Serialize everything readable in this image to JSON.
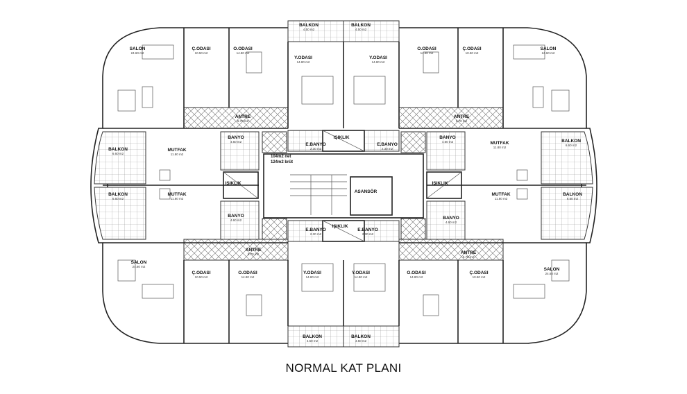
{
  "title": "NORMAL KAT PLANI",
  "area_summary": {
    "net": "104m2 net",
    "gross": "124m2 brüt"
  },
  "rooms": [
    {
      "name": "SALON",
      "area": "24.60 m2"
    },
    {
      "name": "Ç.ODASI",
      "area": "10.50 m2"
    },
    {
      "name": "O.ODASI",
      "area": "14.80 m2"
    },
    {
      "name": "Y.ODASI",
      "area": "14.80 m2"
    },
    {
      "name": "BALKON",
      "area": "4.50 m2"
    },
    {
      "name": "BALKON",
      "area": "4.50 m2"
    },
    {
      "name": "Y.ODASI",
      "area": "14.80 m2"
    },
    {
      "name": "O.ODASI",
      "area": "14.80 m2"
    },
    {
      "name": "Ç.ODASI",
      "area": "10.50 m2"
    },
    {
      "name": "SALON",
      "area": "24.60 m2"
    },
    {
      "name": "ANTRE",
      "area": "5.70 m2"
    },
    {
      "name": "ANTRE",
      "area": "5.70 m2"
    },
    {
      "name": "BALKON",
      "area": "6.60 m2"
    },
    {
      "name": "MUTFAK",
      "area": "11.80 m2"
    },
    {
      "name": "BANYO",
      "area": "4.60 m2"
    },
    {
      "name": "E.BANYO",
      "area": "2.30 m2"
    },
    {
      "name": "IŞIKLIK",
      "area": ""
    },
    {
      "name": "E.BANYO",
      "area": "2.30 m2"
    },
    {
      "name": "BANYO",
      "area": "4.60 m2"
    },
    {
      "name": "MUTFAK",
      "area": "11.80 m2"
    },
    {
      "name": "BALKON",
      "area": "6.60 m2"
    },
    {
      "name": "IŞIKLIK",
      "area": ""
    },
    {
      "name": "ASANSÖR",
      "area": ""
    },
    {
      "name": "IŞIKLIK",
      "area": ""
    },
    {
      "name": "BALKON",
      "area": "6.60 m2"
    },
    {
      "name": "MUTFAK",
      "area": "11.80 m2"
    },
    {
      "name": "MUTFAK",
      "area": "11.80 m2"
    },
    {
      "name": "BALKON",
      "area": "6.60 m2"
    },
    {
      "name": "BANYO",
      "area": "4.60 m2"
    },
    {
      "name": "E.BANYO",
      "area": "2.30 m2"
    },
    {
      "name": "IŞIKLIK",
      "area": ""
    },
    {
      "name": "E.BANYO",
      "area": "2.30 m2"
    },
    {
      "name": "BANYO",
      "area": "4.60 m2"
    },
    {
      "name": "ANTRE",
      "area": "5.70 m2"
    },
    {
      "name": "ANTRE",
      "area": "5.70 m2"
    },
    {
      "name": "SALON",
      "area": "24.60 m2"
    },
    {
      "name": "Ç.ODASI",
      "area": "10.50 m2"
    },
    {
      "name": "O.ODASI",
      "area": "14.80 m2"
    },
    {
      "name": "Y.ODASI",
      "area": "14.80 m2"
    },
    {
      "name": "Y.ODASI",
      "area": "14.80 m2"
    },
    {
      "name": "O.ODASI",
      "area": "14.80 m2"
    },
    {
      "name": "Ç.ODASI",
      "area": "10.50 m2"
    },
    {
      "name": "SALON",
      "area": "24.60 m2"
    },
    {
      "name": "BALKON",
      "area": "4.50 m2"
    },
    {
      "name": "BALKON",
      "area": "4.50 m2"
    }
  ]
}
